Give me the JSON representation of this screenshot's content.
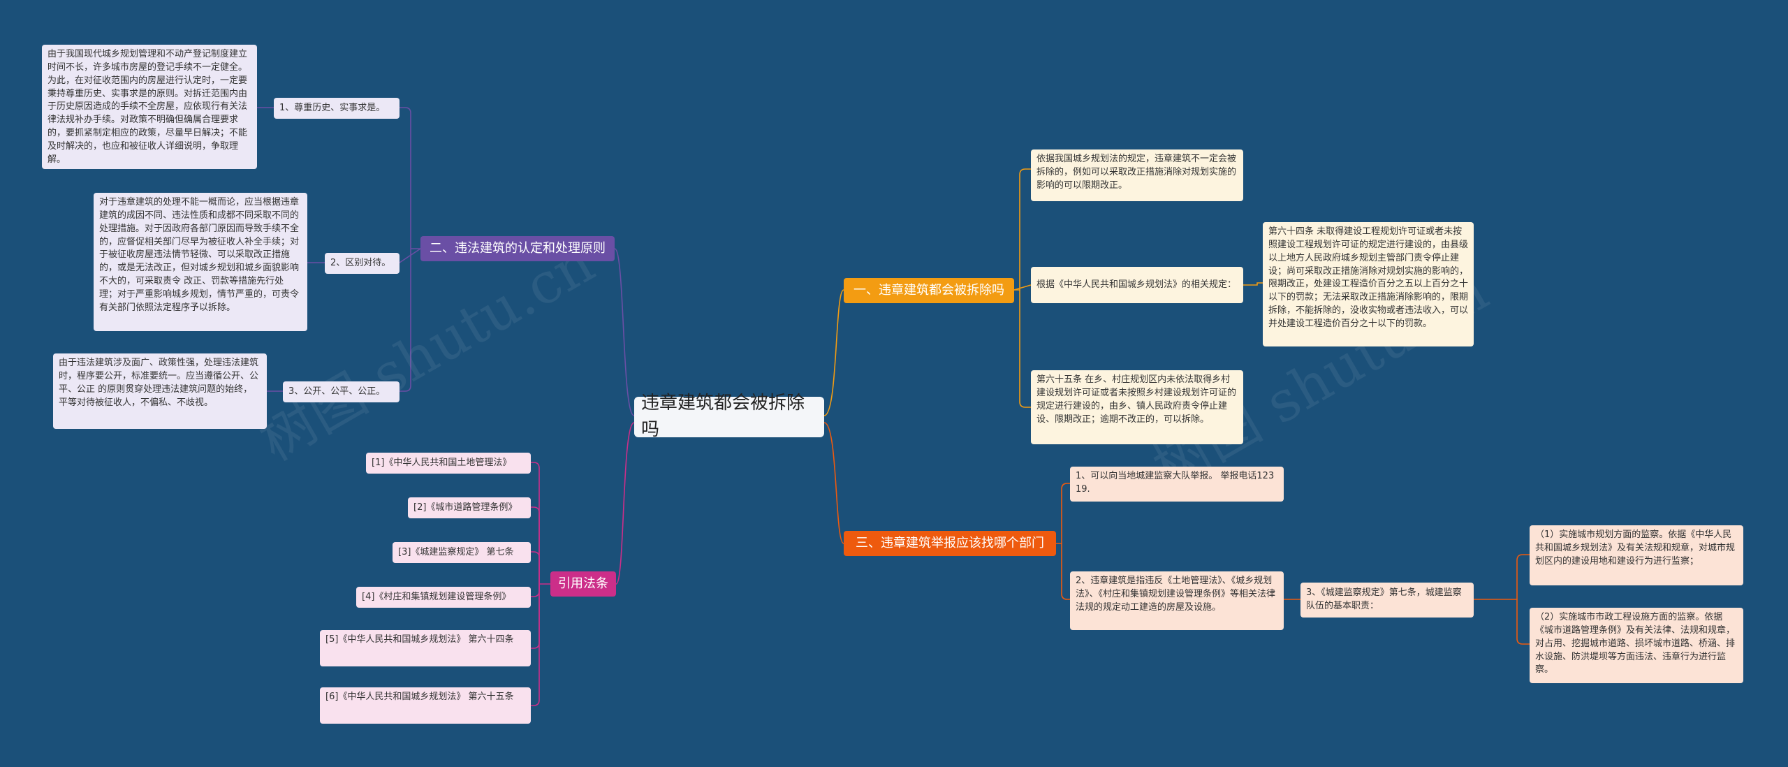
{
  "root": "违章建筑都会被拆除吗",
  "watermark": "树图 shutu.cn",
  "colors": {
    "background": "#1b5079",
    "branch_orange": "#f39c12",
    "branch_red": "#ee5a0e",
    "branch_purple": "#6a4fa5",
    "branch_pink": "#cc2e89"
  },
  "branches": {
    "b1": {
      "title": "一、违章建筑都会被拆除吗",
      "c1": "依据我国城乡规划法的规定，违章建筑不一定会被拆除的，例如可以采取改正措施消除对规划实施的影响的可以限期改正。",
      "c2": "根据《中华人民共和国城乡规划法》的相关规定：",
      "c2_detail": "第六十四条 未取得建设工程规划许可证或者未按照建设工程规划许可证的规定进行建设的，由县级以上地方人民政府城乡规划主管部门责令停止建设；尚可采取改正措施消除对规划实施的影响的，限期改正，处建设工程造价百分之五以上百分之十以下的罚款；无法采取改正措施消除影响的，限期拆除，不能拆除的，没收实物或者违法收入，可以并处建设工程造价百分之十以下的罚款。",
      "c3": "第六十五条 在乡、村庄规划区内未依法取得乡村建设规划许可证或者未按照乡村建设规划许可证的规定进行建设的，由乡、镇人民政府责令停止建设、限期改正；逾期不改正的，可以拆除。"
    },
    "b3": {
      "title": "三、违章建筑举报应该找哪个部门",
      "c1": "1、可以向当地城建监察大队举报。 举报电话12319.",
      "c2": "2、违章建筑是指违反《土地管理法》、《城乡规划法》、《村庄和集镇规划建设管理条例》等相关法律法规的规定动工建造的房屋及设施。",
      "c2_sub": "3、《城建监察规定》第七条，城建监察队伍的基本职责：",
      "c2_sub_1": "（1）实施城市规划方面的监察。依据《中华人民共和国城乡规划法》及有关法规和规章，对城市规划区内的建设用地和建设行为进行监察；",
      "c2_sub_2": "（2）实施城市市政工程设施方面的监察。依据《城市道路管理条例》及有关法律、法规和规章，对占用、挖掘城市道路、损坏城市道路、桥涵、排水设施、防洪堤坝等方面违法、违章行为进行监察。"
    },
    "b2": {
      "title": "二、违法建筑的认定和处理原则",
      "c1": "1、尊重历史、实事求是。",
      "c1_detail": "由于我国现代城乡规划管理和不动产登记制度建立时间不长，许多城市房屋的登记手续不一定健全。为此，在对征收范围内的房屋进行认定时，一定要秉持尊重历史、实事求是的原则。对拆迁范围内由于历史原因造成的手续不全房屋，应依现行有关法律法规补办手续。对政策不明确但确属合理要求的，要抓紧制定相应的政策，尽量早日解决；不能及时解决的，也应和被征收人详细说明，争取理解。",
      "c2": "2、区别对待。",
      "c2_detail": "对于违章建筑的处理不能一概而论，应当根据违章建筑的成因不同、违法性质和成都不同采取不同的处理措施。对于因政府各部门原因而导致手续不全的，应督促相关部门尽早为被征收人补全手续；对于被征收房屋违法情节轻微、可以采取改正措施的，或是无法改正，但对城乡规划和城乡面貌影响不大的，可采取责令 改正、罚款等措施先行处理；对于严重影响城乡规划，情节严重的，可责令有关部门依照法定程序予以拆除。",
      "c3": "3、公开、公平、公正。",
      "c3_detail": "由于违法建筑涉及面广、政策性强，处理违法建筑时，程序要公开，标准要统一。应当遵循公开、公平、公正 的原则贯穿处理违法建筑问题的始终，平等对待被征收人，不偏私、不歧视。"
    },
    "b4": {
      "title": "引用法条",
      "refs": [
        "[1]《中华人民共和国土地管理法》",
        "[2]《城市道路管理条例》",
        "[3]《城建监察规定》 第七条",
        "[4]《村庄和集镇规划建设管理条例》",
        "[5]《中华人民共和国城乡规划法》 第六十四条",
        "[6]《中华人民共和国城乡规划法》 第六十五条"
      ]
    }
  }
}
